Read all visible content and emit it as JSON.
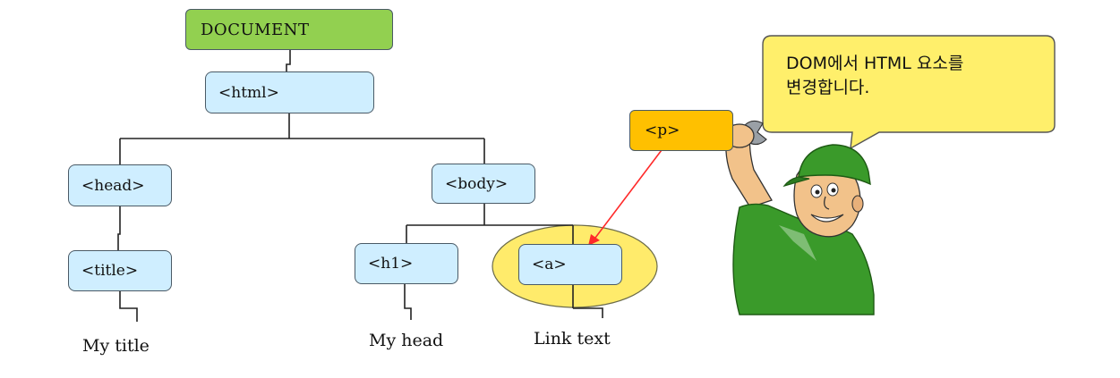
{
  "nodes": {
    "document": "DOCUMENT",
    "html": "<html>",
    "head": "<head>",
    "body": "<body>",
    "title": "<title>",
    "h1": "<h1>",
    "a": "<a>",
    "p": "<p>"
  },
  "leaves": {
    "title_text": "My title",
    "h1_text": "My head",
    "a_text": "Link text"
  },
  "speech_bubble": {
    "line1": "DOM에서 HTML 요소를",
    "line2": "변경합니다."
  },
  "colors": {
    "document_fill": "#92d050",
    "node_fill": "#cfeeff",
    "highlight_fill": "#ffeb6b",
    "p_fill": "#ffc000",
    "bubble_fill": "#ffef6b",
    "arrow": "#ff2a2a",
    "mechanic_cap": "#3a9a2a"
  },
  "icons": [
    "mechanic-with-wrench-icon",
    "speech-bubble-icon"
  ]
}
